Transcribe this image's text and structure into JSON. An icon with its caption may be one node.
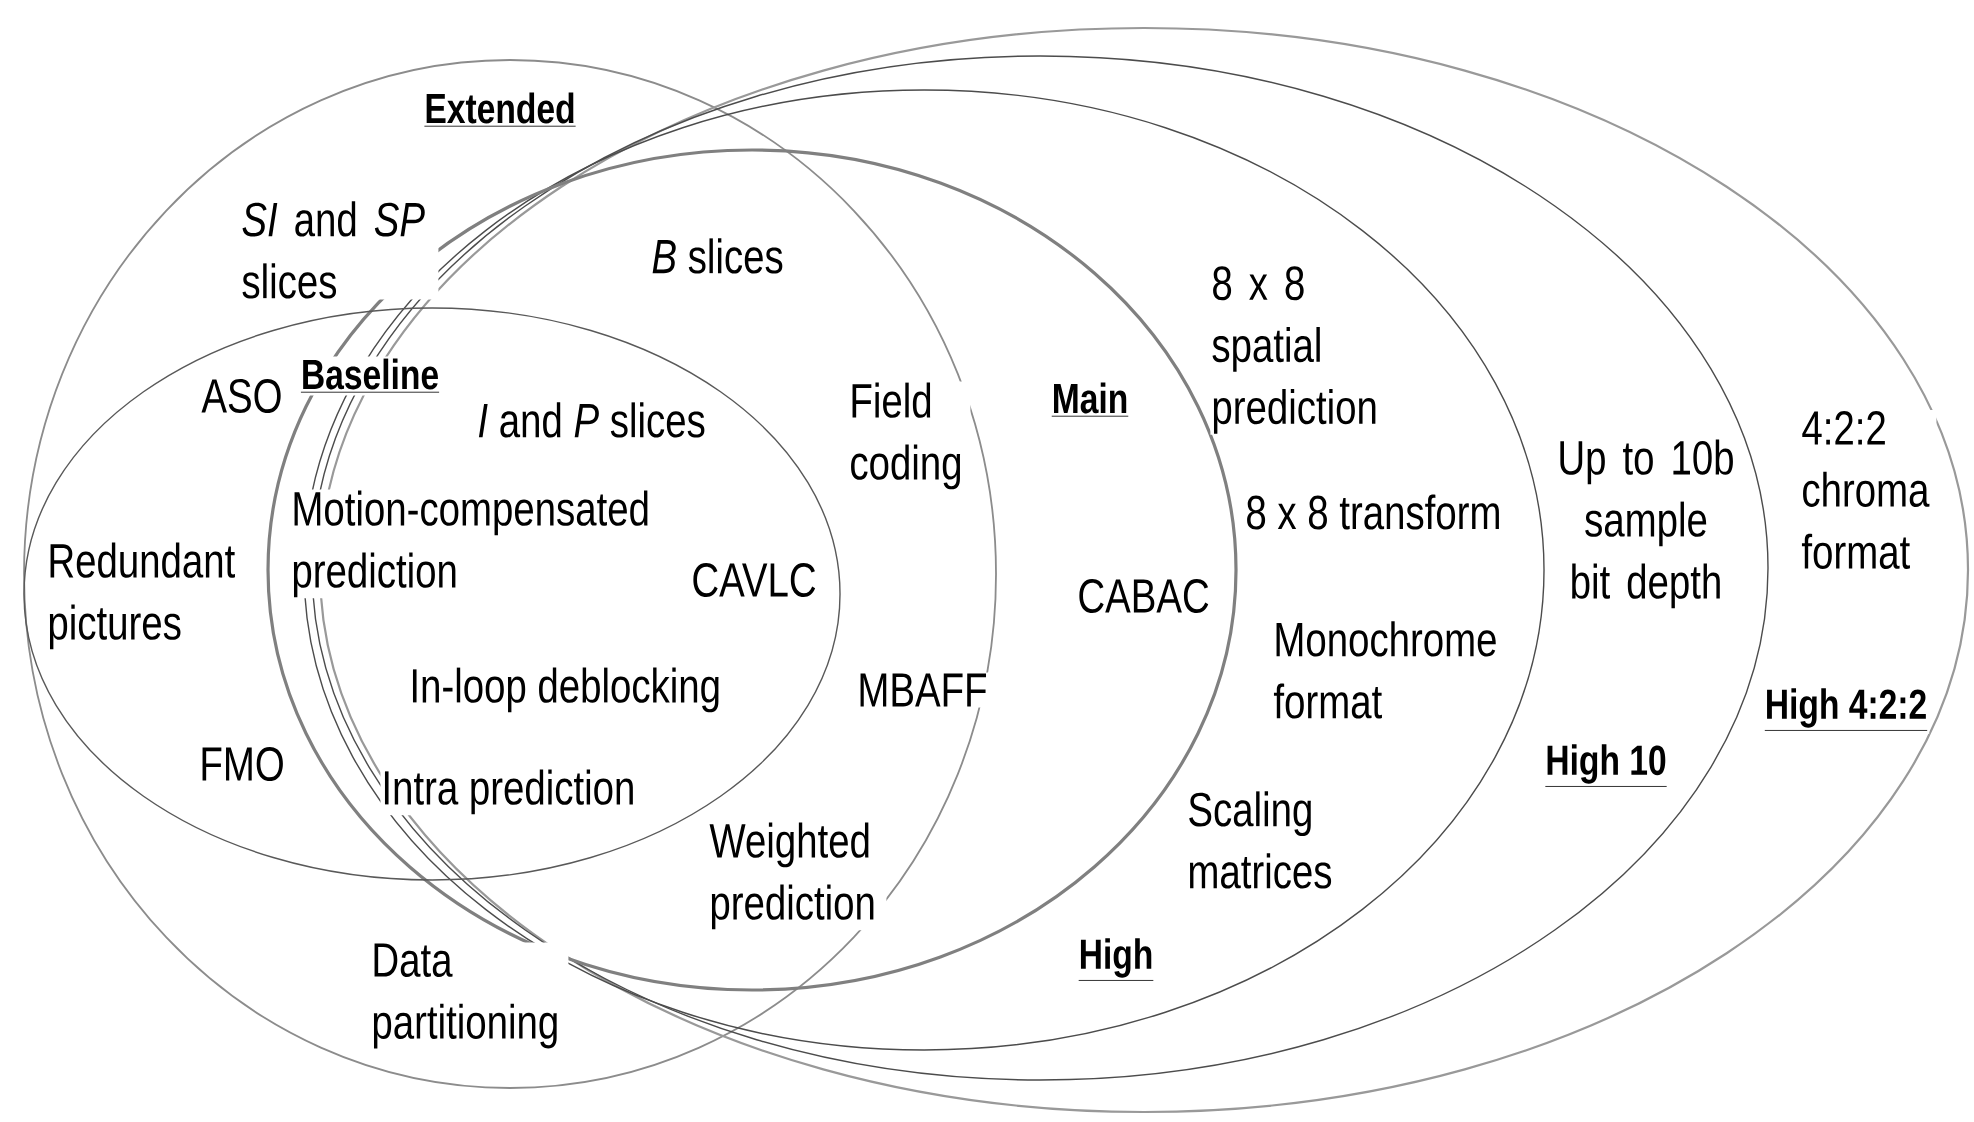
{
  "diagram": {
    "nodes": [
      {
        "text": [
          "Extended"
        ]
      },
      {
        "text": [
          "High 4:2:2"
        ]
      },
      {
        "text": [
          "High 10"
        ],
        "in": 1
      },
      {
        "text": [
          "High"
        ],
        "in": 2
      },
      {
        "text": [
          "Main"
        ],
        "in": 3
      },
      {
        "text": [
          "Baseline"
        ],
        "in": 0
      }
    ],
    "labels": [
      "*SI* and *SP* slices",
      "*B* slices",
      "8 x 8 spatial prediction",
      "ASO",
      "*I* and *P* slices",
      "Field coding",
      "4:2:2 chroma format",
      "Up to 10b sample bit depth",
      "8 x 8 transform",
      "Motion-compensated prediction",
      "CAVLC",
      "Redundant pictures",
      "CABAC",
      "Monochrome format",
      "In-loop deblocking",
      "MBAFF",
      "FMO",
      "Intra prediction",
      "Weighted prediction",
      "Scaling matrices",
      "Data partitioning"
    ]
  }
}
